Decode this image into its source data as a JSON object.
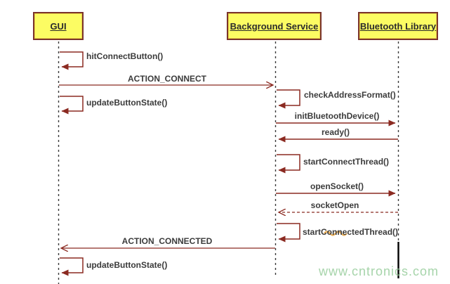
{
  "diagram": {
    "type": "uml-sequence-diagram",
    "actors": [
      {
        "id": "gui",
        "label": "GUI"
      },
      {
        "id": "background-service",
        "label": "Background Service"
      },
      {
        "id": "bluetooth-library",
        "label": "Bluetooth Library"
      }
    ],
    "messages": {
      "hit_connect_button": "hitConnectButton()",
      "action_connect": "ACTION_CONNECT",
      "update_button_state_1": "updateButtonState()",
      "check_address_format": "checkAddressFormat()",
      "init_bluetooth_device": "initBluetoothDevice()",
      "ready": "ready()",
      "start_connect_thread": "startConnectThread()",
      "open_socket": "openSocket()",
      "socket_open": "socketOpen",
      "start_connected_thread": "startConnectedThread()",
      "action_connected": "ACTION_CONNECTED",
      "update_button_state_2": "updateButtonState()"
    },
    "watermark": "www.cntronics.com",
    "colors": {
      "actor_fill": "#fcfc63",
      "actor_border": "#7b342c",
      "arrow": "#8b2a21",
      "lifeline": "#3a3a3a",
      "label_text": "#3b3b3b",
      "watermark_green": "#96cd9b",
      "artifact_orange": "#e8a33d",
      "artifact_black": "#000000"
    }
  }
}
